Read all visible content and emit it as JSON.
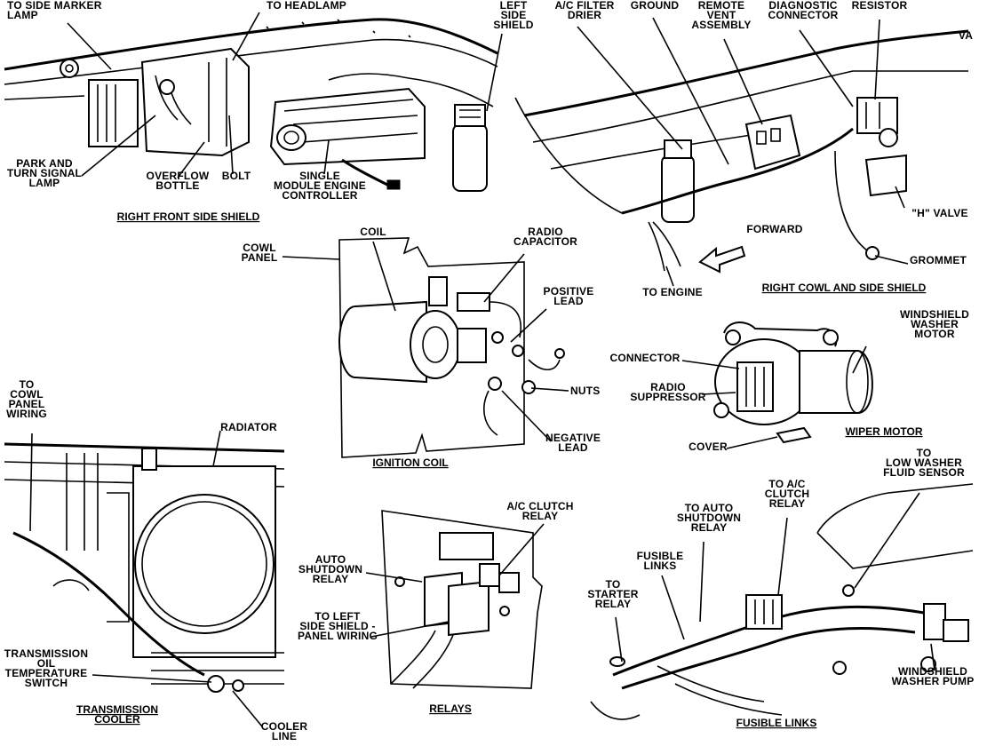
{
  "labels": {
    "to_side_marker_lamp": [
      "TO SIDE MARKER",
      "LAMP"
    ],
    "to_headlamp": [
      "TO HEADLAMP"
    ],
    "left_side_shield": [
      "LEFT",
      "SIDE",
      "SHIELD"
    ],
    "ac_filter_drier": [
      "A/C FILTER",
      "DRIER"
    ],
    "ground": [
      "GROUND"
    ],
    "remote_vent_assembly": [
      "REMOTE",
      "VENT",
      "ASSEMBLY"
    ],
    "diagnostic_connector": [
      "DIAGNOSTIC",
      "CONNECTOR"
    ],
    "resistor": [
      "RESISTOR"
    ],
    "park_turn_signal_lamp": [
      "PARK AND",
      "TURN SIGNAL",
      "LAMP"
    ],
    "overflow_bottle": [
      "OVERFLOW",
      "BOTTLE"
    ],
    "bolt": [
      "BOLT"
    ],
    "single_module_engine_controller": [
      "SINGLE",
      "MODULE ENGINE",
      "CONTROLLER"
    ],
    "h_valve": [
      "\"H\" VALVE"
    ],
    "forward": [
      "FORWARD"
    ],
    "grommet": [
      "GROMMET"
    ],
    "to_engine": [
      "TO ENGINE"
    ],
    "cowl_panel": [
      "COWL",
      "PANEL"
    ],
    "coil": [
      "COIL"
    ],
    "radio_capacitor": [
      "RADIO",
      "CAPACITOR"
    ],
    "positive_lead": [
      "POSITIVE",
      "LEAD"
    ],
    "nuts": [
      "NUTS"
    ],
    "negative_lead": [
      "NEGATIVE",
      "LEAD"
    ],
    "windshield_washer_motor": [
      "WINDSHIELD",
      "WASHER",
      "MOTOR"
    ],
    "connector": [
      "CONNECTOR"
    ],
    "radio_suppressor": [
      "RADIO",
      "SUPPRESSOR"
    ],
    "cover": [
      "COVER"
    ],
    "to_cowl_panel_wiring": [
      "TO",
      "COWL",
      "PANEL",
      "WIRING"
    ],
    "radiator": [
      "RADIATOR"
    ],
    "transmission_oil_temperature_switch": [
      "TRANSMISSION",
      "OIL",
      "TEMPERATURE",
      "SWITCH"
    ],
    "cooler_line": [
      "COOLER",
      "LINE"
    ],
    "ac_clutch_relay": [
      "A/C CLUTCH",
      "RELAY"
    ],
    "auto_shutdown_relay": [
      "AUTO",
      "SHUTDOWN",
      "RELAY"
    ],
    "to_left_side_shield_panel_wiring": [
      "TO LEFT",
      "SIDE SHIELD -",
      "PANEL WIRING"
    ],
    "to_ac_clutch_relay": [
      "TO A/C",
      "CLUTCH",
      "RELAY"
    ],
    "to_auto_shutdown_relay": [
      "TO AUTO",
      "SHUTDOWN",
      "RELAY"
    ],
    "fusible_links_label": [
      "FUSIBLE",
      "LINKS"
    ],
    "to_starter_relay": [
      "TO",
      "STARTER",
      "RELAY"
    ],
    "to_low_washer_fluid_sensor": [
      "TO",
      "LOW WASHER",
      "FLUID SENSOR"
    ],
    "windshield_washer_pump": [
      "WINDSHIELD",
      "WASHER PUMP"
    ],
    "va_fragment": [
      "VA"
    ]
  },
  "captions": {
    "right_front_side_shield": "RIGHT FRONT SIDE SHIELD",
    "right_cowl_and_side_shield": "RIGHT COWL AND SIDE SHIELD",
    "ignition_coil": "IGNITION COIL",
    "wiper_motor": "WIPER MOTOR",
    "transmission_cooler": [
      "TRANSMISSION",
      "COOLER"
    ],
    "relays": "RELAYS",
    "fusible_links": "FUSIBLE LINKS"
  }
}
